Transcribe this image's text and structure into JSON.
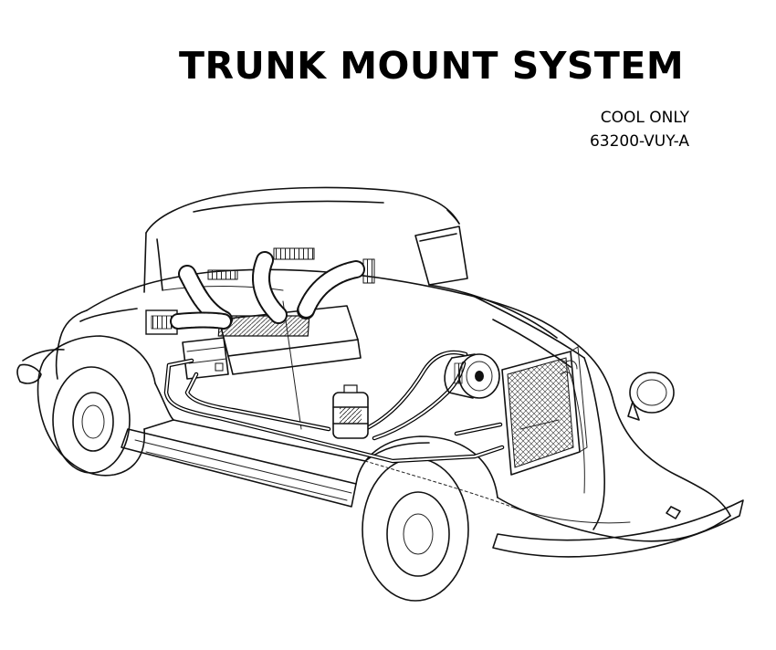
{
  "header": {
    "title": "TRUNK MOUNT SYSTEM",
    "subtitle_line1": "COOL ONLY",
    "subtitle_line2": "63200-VUY-A"
  }
}
